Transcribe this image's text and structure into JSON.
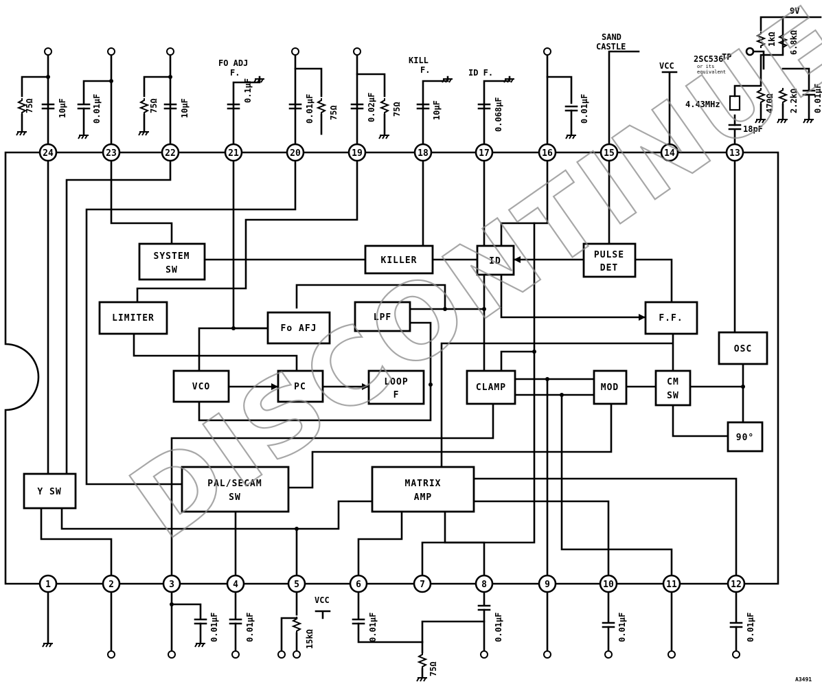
{
  "watermark": "DISCONTINUED",
  "doc_id": "A3491",
  "pins": [
    {
      "n": "24"
    },
    {
      "n": "23"
    },
    {
      "n": "22"
    },
    {
      "n": "21"
    },
    {
      "n": "20"
    },
    {
      "n": "19"
    },
    {
      "n": "18"
    },
    {
      "n": "17"
    },
    {
      "n": "16"
    },
    {
      "n": "15"
    },
    {
      "n": "14"
    },
    {
      "n": "13"
    },
    {
      "n": "1"
    },
    {
      "n": "2"
    },
    {
      "n": "3"
    },
    {
      "n": "4"
    },
    {
      "n": "5"
    },
    {
      "n": "6"
    },
    {
      "n": "7"
    },
    {
      "n": "8"
    },
    {
      "n": "9"
    },
    {
      "n": "10"
    },
    {
      "n": "11"
    },
    {
      "n": "12"
    }
  ],
  "blocks": {
    "system_sw": [
      "SYSTEM",
      "SW"
    ],
    "killer": "KILLER",
    "id": "ID",
    "pulse_det": [
      "PULSE",
      "DET"
    ],
    "limiter": "LIMITER",
    "fo_afj": "Fo AFJ",
    "lpf": "LPF",
    "ff": "F.F.",
    "osc": "OSC",
    "vco": "VCO",
    "pc": "PC",
    "loop_f": [
      "LOOP",
      "F"
    ],
    "clamp": "CLAMP",
    "mod": "MOD",
    "cm_sw": [
      "CM",
      "SW"
    ],
    "deg90": "90°",
    "y_sw": "Y SW",
    "pal_secam_sw": [
      "PAL/SECAM",
      "SW"
    ],
    "matrix_amp": [
      "MATRIX",
      "AMP"
    ]
  },
  "labels": {
    "fo_adj": [
      "FO ADJ",
      "F."
    ],
    "kill_f": [
      "KILL",
      "F."
    ],
    "id_f": "ID F.",
    "sand_castle": [
      "SAND",
      "CASTLE"
    ],
    "vcc_top": "VCC",
    "vcc_bottom": "VCC",
    "tp": "TP",
    "v9": "9V",
    "transistor": [
      "2SC536",
      "or its",
      "equivalent"
    ],
    "crystal": "4.43MHz"
  },
  "components": {
    "r75_24": "75Ω",
    "c10u_24": "10μF",
    "c001_23": "0.01μF",
    "r75_22": "75Ω",
    "c10u_22": "10μF",
    "c01_21": "0.1μF",
    "c001_20": "0.01μF",
    "r75_20": "75Ω",
    "c002_19": "0.02μF",
    "r75_19": "75Ω",
    "c10u_18": "10μF",
    "c0068_17": "0.068μF",
    "c001_16": "0.01μF",
    "r1k": "1kΩ",
    "r68k": "6.8kΩ",
    "r470": "470Ω",
    "r22k": "2.2kΩ",
    "c001_9v": "0.01μF",
    "c18p": "18pF",
    "c001_3": "0.01μF",
    "c001_4": "0.01μF",
    "r15k": "15kΩ",
    "c001_6": "0.01μF",
    "c001_8": "0.01μF",
    "r75_b": "75Ω",
    "c001_10": "0.01μF",
    "c001_12": "0.01μF"
  }
}
